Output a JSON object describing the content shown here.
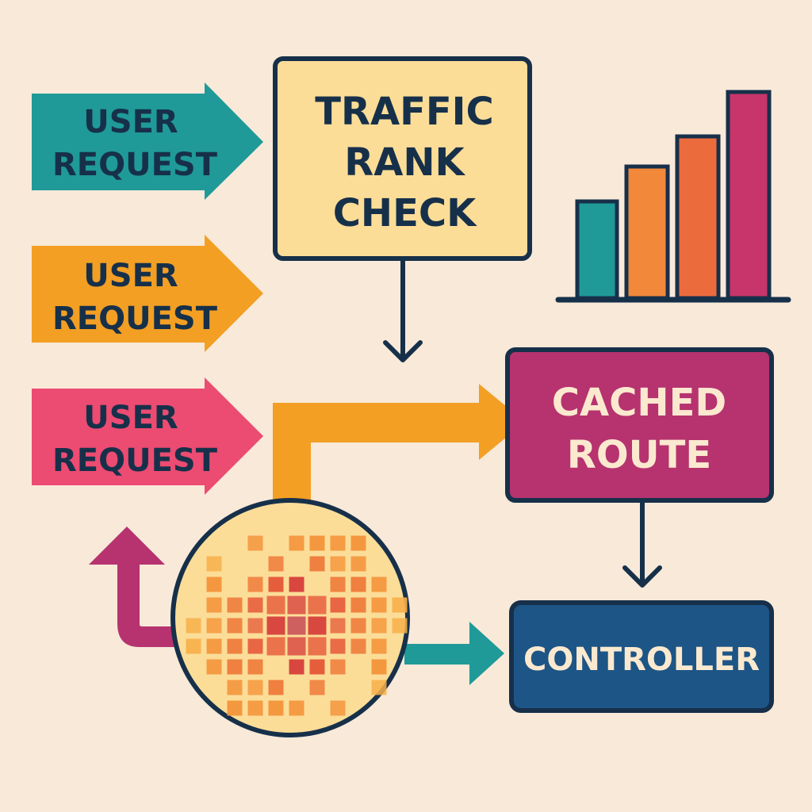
{
  "colors": {
    "background": "#f8e9d9",
    "outline": "#17304a",
    "teal": "#1f9a98",
    "orange": "#f29f24",
    "pink": "#ec4b72",
    "magenta": "#b6336f",
    "navy": "#1d5586",
    "pale_yellow": "#fbdd98",
    "dark_text": "#17304a",
    "light_text": "#fbe9cf"
  },
  "requests": [
    {
      "line1": "USER",
      "line2": "REQUEST"
    },
    {
      "line1": "USER",
      "line2": "REQUEST"
    },
    {
      "line1": "USER",
      "line2": "REQUEST"
    }
  ],
  "traffic_box": {
    "line1": "TRAFFIC",
    "line2": "RANK",
    "line3": "CHECK"
  },
  "cached_box": {
    "line1": "CACHED",
    "line2": "ROUTE"
  },
  "controller_box": {
    "label": "CONTROLLER"
  },
  "icons": {
    "rank_chart": "bar-chart-icon",
    "heatmap": "heatmap-circle-icon"
  }
}
